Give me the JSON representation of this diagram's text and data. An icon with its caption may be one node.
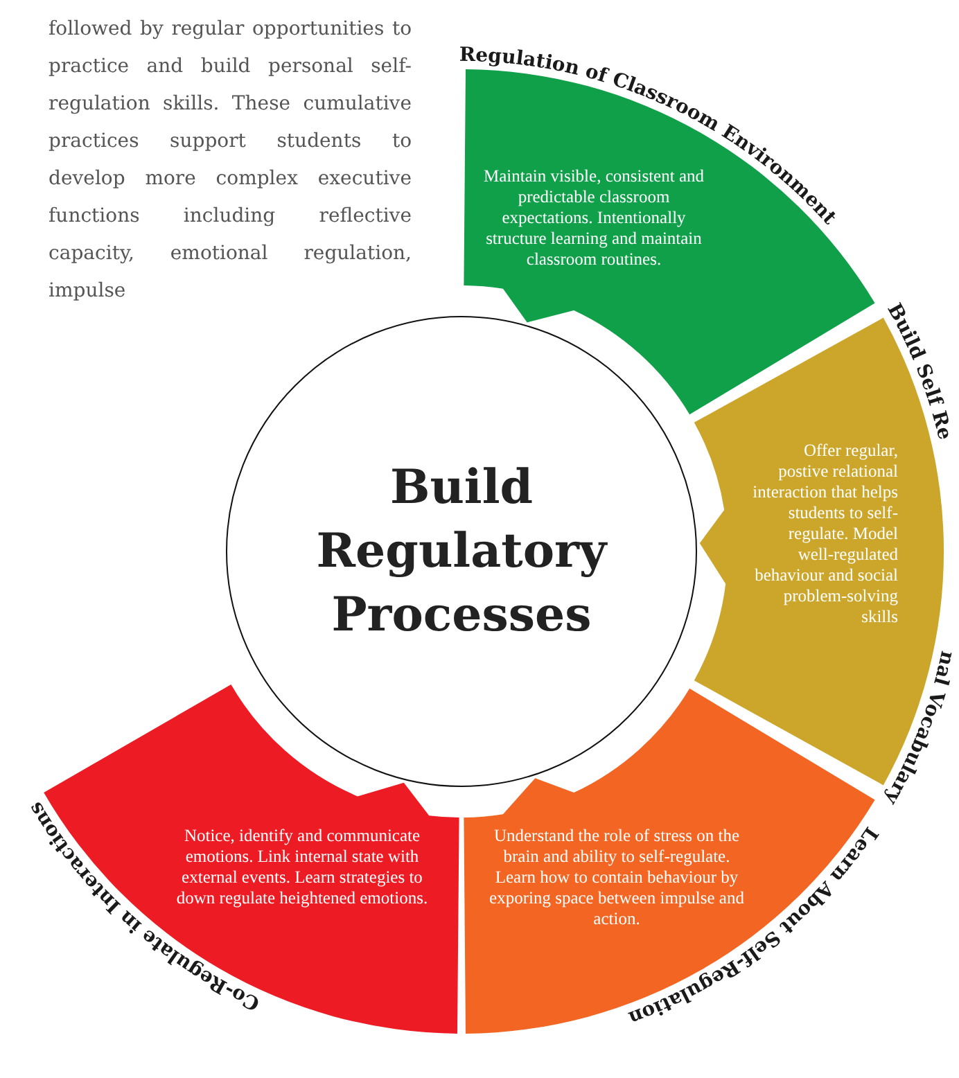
{
  "diagram": {
    "nodes": [
      {
        "text": [
          "Build Regulatory Processes"
        ]
      },
      {
        "text": [
          "Regulation of Classroom Environment",
          "Maintain visible, consistent and predictable classroom expectations. Intentionally structure learning and maintain classroom routines."
        ]
      },
      {
        "text": [
          "Build Self Re",
          "Offer regular, postive relational interaction that helps students to self-regulate. Model well-regulated behaviour and social problem-solving skills",
          "nal Vocabulary"
        ]
      },
      {
        "text": [
          "Learn About Self-Regulation",
          "Understand the role of stress on the brain and ability to self-regulate. Learn how to contain behaviour by exporing space between impulse and action."
        ]
      },
      {
        "text": [
          "Co-Regulate in Interactions",
          "Notice, identify and communicate emotions. Link internal state with external events. Learn strategies to down regulate heightened emotions."
        ]
      }
    ],
    "labels": [
      "followed by regular opportunities to practice and build personal self-regulation skills. These cumulative practices support students to develop more complex executive functions including reflective capacity, emotional regulation, impulse"
    ]
  }
}
